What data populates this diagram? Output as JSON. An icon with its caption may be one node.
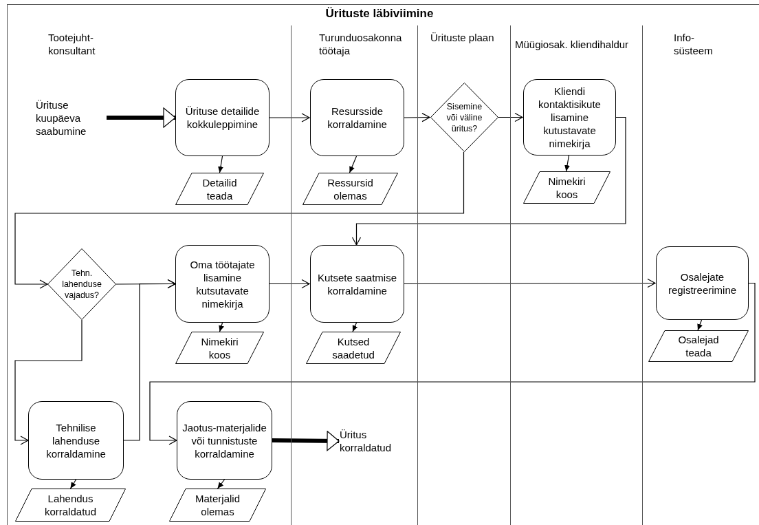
{
  "diagram": {
    "title": "Ürituste läbiviimine",
    "nodes": [
      {
        "text": [
          "Tootejuht-konsultant"
        ]
      },
      {
        "text": [
          "Turunduosakonna töötaja"
        ]
      },
      {
        "text": [
          "Ürituste plaan"
        ]
      },
      {
        "text": [
          "Müügiosak. kliendihaldur"
        ]
      },
      {
        "text": [
          "Info-süsteem"
        ]
      },
      {
        "text": [
          "Ürituse kuupäeva saabumine"
        ],
        "in": 0
      },
      {
        "text": [
          "Ürituse detailide kokkuleppimine"
        ],
        "in": 0
      },
      {
        "text": [
          "Resursside korraldamine"
        ],
        "in": 1
      },
      {
        "text": [
          "Sisemine või väline üritus?"
        ],
        "in": 2
      },
      {
        "text": [
          "Kliendi kontaktisikute lisamine kutustavate nimekirja"
        ],
        "in": 3
      },
      {
        "text": [
          "Detailid teada"
        ],
        "in": 0
      },
      {
        "text": [
          "Ressursid olemas"
        ],
        "in": 1
      },
      {
        "text": [
          "Nimekiri koos"
        ],
        "in": 3
      },
      {
        "text": [
          "Tehn. lahenduse vajadus?"
        ],
        "in": 0
      },
      {
        "text": [
          "Oma töötajate lisamine kutsutavate nimekirja"
        ],
        "in": 0
      },
      {
        "text": [
          "Kutsete saatmise korraldamine"
        ],
        "in": 1
      },
      {
        "text": [
          "Osalejate registreerimine"
        ],
        "in": 4
      },
      {
        "text": [
          "Nimekiri koos"
        ],
        "in": 0
      },
      {
        "text": [
          "Kutsed saadetud"
        ],
        "in": 1
      },
      {
        "text": [
          "Osalejad teada"
        ],
        "in": 4
      },
      {
        "text": [
          "Tehnilise lahenduse korraldamine"
        ],
        "in": 0
      },
      {
        "text": [
          "Jaotus-materjalide või tunnistuste korraldamine"
        ],
        "in": 0
      },
      {
        "text": [
          "Üritus korraldatud"
        ],
        "in": 1
      },
      {
        "text": [
          "Lahendus korraldatud"
        ],
        "in": 0
      },
      {
        "text": [
          "Materjalid olemas"
        ],
        "in": 0
      }
    ],
    "edges": [
      {
        "from": 5,
        "to": 6,
        "arrow": "to",
        "style": "thick"
      },
      {
        "from": 6,
        "to": 10,
        "arrow": "to"
      },
      {
        "from": 6,
        "to": 7,
        "arrow": "to"
      },
      {
        "from": 7,
        "to": 11,
        "arrow": "to"
      },
      {
        "from": 7,
        "to": 8,
        "arrow": "to"
      },
      {
        "from": 8,
        "to": 9,
        "arrow": "to"
      },
      {
        "from": 8,
        "to": 13,
        "arrow": "to"
      },
      {
        "from": 9,
        "to": 12,
        "arrow": "to"
      },
      {
        "from": 9,
        "to": 15,
        "arrow": "to"
      },
      {
        "from": 13,
        "to": 14,
        "arrow": "to"
      },
      {
        "from": 13,
        "to": 20,
        "arrow": "to"
      },
      {
        "from": 20,
        "to": 14,
        "arrow": "to"
      },
      {
        "from": 14,
        "to": 17,
        "arrow": "to"
      },
      {
        "from": 14,
        "to": 15,
        "arrow": "to"
      },
      {
        "from": 15,
        "to": 18,
        "arrow": "to"
      },
      {
        "from": 15,
        "to": 16,
        "arrow": "to"
      },
      {
        "from": 16,
        "to": 19,
        "arrow": "to"
      },
      {
        "from": 16,
        "to": 21,
        "arrow": "to"
      },
      {
        "from": 21,
        "to": 24,
        "arrow": "to"
      },
      {
        "from": 21,
        "to": 22,
        "arrow": "to",
        "style": "thick"
      },
      {
        "from": 20,
        "to": 23,
        "arrow": "to"
      }
    ]
  }
}
